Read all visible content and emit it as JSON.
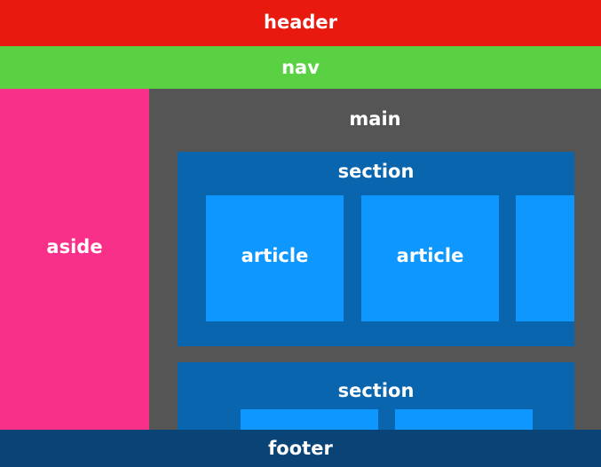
{
  "header": {
    "label": "header",
    "color": "#e8190f"
  },
  "nav": {
    "label": "nav",
    "color": "#5ad142"
  },
  "aside": {
    "label": "aside",
    "color": "#f9308a"
  },
  "main": {
    "label": "main",
    "color": "#555555",
    "sections": [
      {
        "label": "section",
        "articles": [
          "article",
          "article",
          ""
        ]
      },
      {
        "label": "section",
        "articles": [
          "",
          ""
        ]
      }
    ]
  },
  "footer": {
    "label": "footer",
    "color": "#0a4376"
  },
  "colors": {
    "section": "#0865ae",
    "article": "#0d97ff"
  }
}
